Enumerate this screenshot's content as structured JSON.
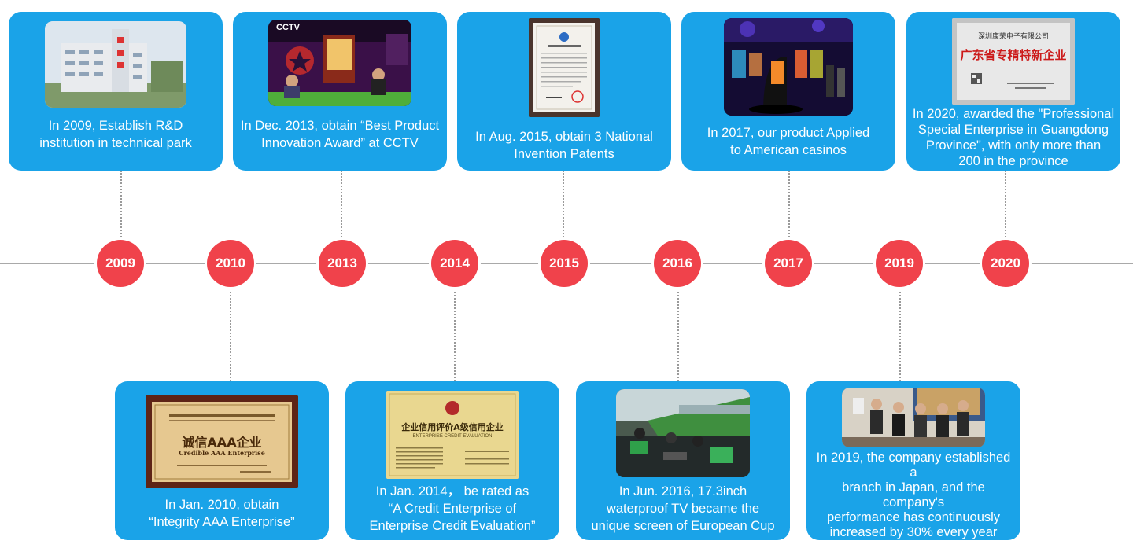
{
  "timeline": {
    "years": [
      "2009",
      "2010",
      "2013",
      "2014",
      "2015",
      "2016",
      "2017",
      "2019",
      "2020"
    ],
    "colors": {
      "card": "#1aa3e8",
      "dot": "#f0424b",
      "line": "#a9a9a9"
    }
  },
  "cards": {
    "c2009": {
      "line1": "In 2009, Establish R&D",
      "line2": "institution in technical park",
      "photo_icon": "building-photo-icon"
    },
    "c2013": {
      "line1": "In Dec. 2013, obtain “Best  Product",
      "line2": "Innovation Award” at CCTV",
      "photo_icon": "tv-studio-photo-icon",
      "photo_text": "CCTV"
    },
    "c2015": {
      "line1": "In Aug. 2015, obtain 3 National",
      "line2": "Invention Patents",
      "photo_icon": "patent-certificate-icon"
    },
    "c2017": {
      "line1": "In 2017, our product Applied",
      "line2": "to American casinos",
      "photo_icon": "casino-machine-photo-icon"
    },
    "c2020": {
      "line1": "In 2020, awarded the \"Professional",
      "line2": "Special Enterprise in Guangdong",
      "line3": "Province\", with only more than",
      "line4": "200 in the province",
      "photo_icon": "award-plaque-icon",
      "plaque_top": "深圳康荣电子有限公司",
      "plaque_main": "广东省专精特新企业"
    },
    "c2010": {
      "line1": "In Jan. 2010, obtain",
      "line2": "“Integrity AAA Enterprise”",
      "photo_icon": "integrity-plaque-icon",
      "plaque_main": "诚信AAA企业",
      "plaque_sub": "Credible AAA Enterprise"
    },
    "c2014": {
      "line1": "In Jan. 2014， be rated as",
      "line2": "“A Credit Enterprise of",
      "line3": "Enterprise Credit Evaluation”",
      "photo_icon": "credit-certificate-icon",
      "cert_main": "企业信用评价A级信用企业",
      "cert_sub": "ENTERPRISE  CREDIT  EVALUATION"
    },
    "c2016": {
      "line1": "In Jun. 2016, 17.3inch",
      "line2": "waterproof TV became the",
      "line3": "unique screen of European Cup",
      "photo_icon": "stadium-photo-icon"
    },
    "c2019": {
      "line1": "In 2019, the company established a",
      "line2": "branch in Japan, and the company's",
      "line3": "performance has continuously",
      "line4": "increased by 30% every year",
      "photo_icon": "team-photo-icon"
    }
  }
}
